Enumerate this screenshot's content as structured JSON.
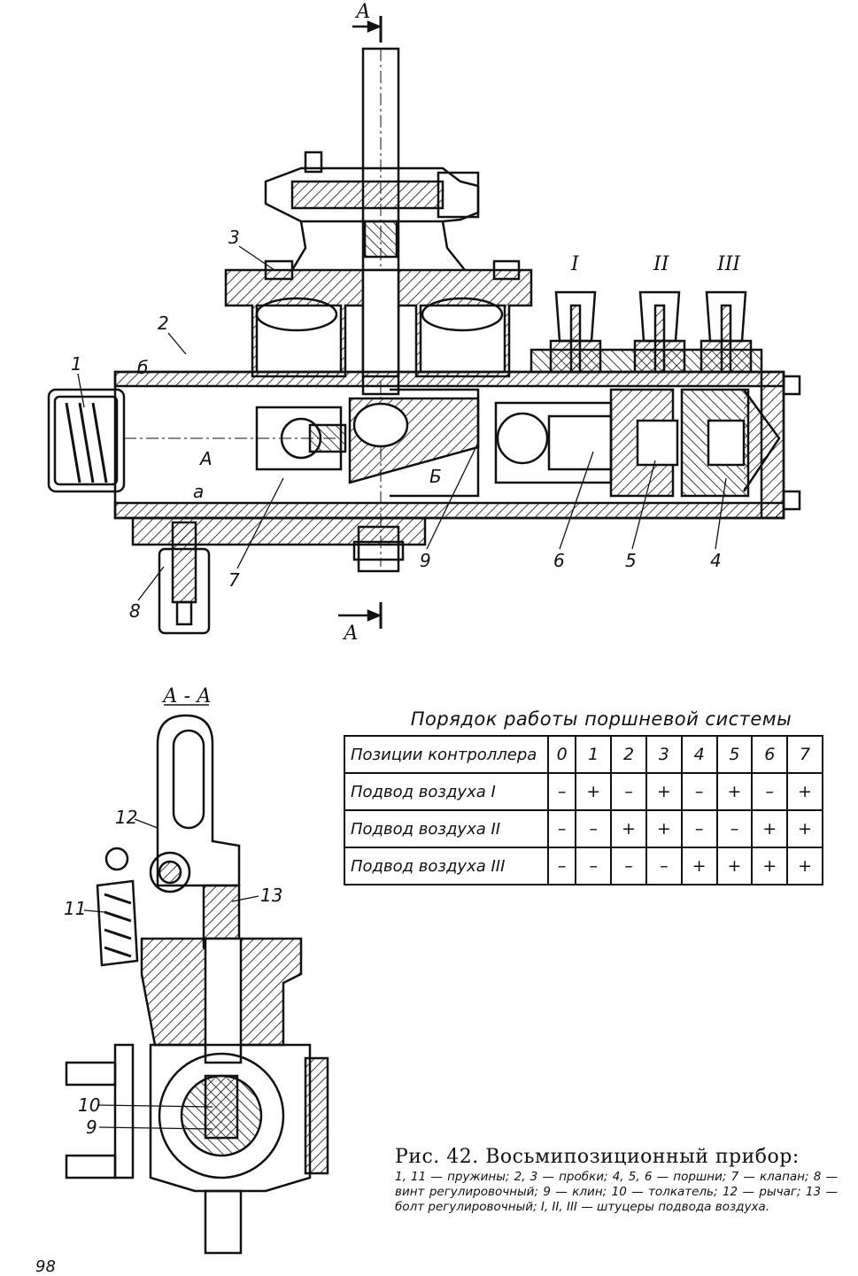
{
  "section_marks": {
    "top": "А",
    "bottom": "А",
    "section_title": "А - А",
    "chamber_a": "А",
    "chamber_b_left": "б",
    "chamber_b_right": "Б",
    "channel_a": "а"
  },
  "fittings": [
    "I",
    "II",
    "III"
  ],
  "callouts_main": [
    "1",
    "2",
    "3",
    "4",
    "5",
    "6",
    "7",
    "8",
    "9"
  ],
  "callouts_section": [
    "9",
    "10",
    "11",
    "12",
    "13"
  ],
  "schedule": {
    "title": "Порядок работы поршневой системы",
    "header_label": "Позиции контроллера",
    "positions": [
      "0",
      "1",
      "2",
      "3",
      "4",
      "5",
      "6",
      "7"
    ],
    "rows": [
      {
        "label": "Подвод воздуха I",
        "values": [
          "–",
          "+",
          "–",
          "+",
          "–",
          "+",
          "–",
          "+"
        ]
      },
      {
        "label": "Подвод воздуха II",
        "values": [
          "–",
          "–",
          "+",
          "+",
          "–",
          "–",
          "+",
          "+"
        ]
      },
      {
        "label": "Подвод воздуха III",
        "values": [
          "–",
          "–",
          "–",
          "–",
          "+",
          "+",
          "+",
          "+"
        ]
      }
    ]
  },
  "caption": {
    "title": "Рис. 42. Восьмипозиционный прибор:",
    "legend": "1, 11 — пружины; 2, 3 — пробки; 4, 5, 6 — поршни; 7 — клапан; 8 — винт регулировочный; 9 — клин; 10 — толкатель; 12 — рычаг; 13 — болт регулировочный; I, II, III — штуцеры подвода воздуха."
  },
  "page_number": "98"
}
